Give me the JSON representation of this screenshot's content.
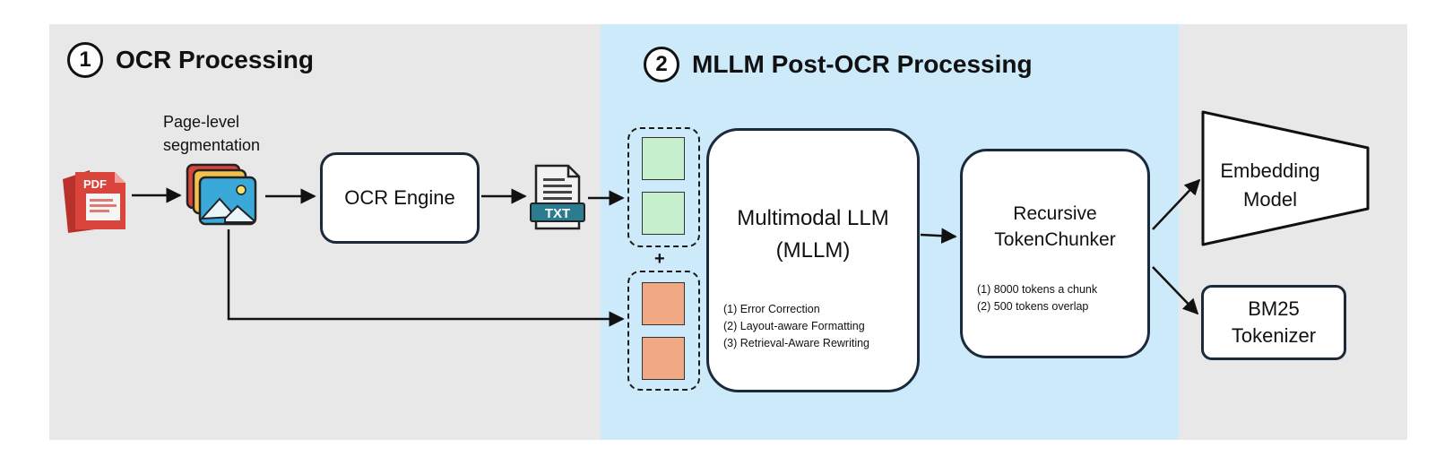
{
  "sections": [
    {
      "number": "1",
      "title": "OCR Processing"
    },
    {
      "number": "2",
      "title": "MLLM Post-OCR Processing"
    }
  ],
  "page_level_segmentation": {
    "label_line1": "Page-level",
    "label_line2": "segmentation"
  },
  "pdf_icon": {
    "label": "PDF",
    "icon": "pdf-file-icon"
  },
  "txt_icon": {
    "label": "TXT",
    "icon": "txt-file-icon"
  },
  "image_stack_icon": {
    "icon": "image-stack-icon"
  },
  "ocr_engine": {
    "label": "OCR Engine"
  },
  "plus": "+",
  "mllm": {
    "title_line1": "Multimodal LLM",
    "title_line2": "(MLLM)",
    "items": [
      "(1) Error Correction",
      "(2) Layout-aware Formatting",
      "(3) Retrieval-Aware Rewriting"
    ]
  },
  "chunker": {
    "title_line1": "Recursive",
    "title_line2": "TokenChunker",
    "items": [
      "(1) 8000 tokens a chunk",
      "(2) 500 tokens overlap"
    ]
  },
  "embedding_model": {
    "line1": "Embedding",
    "line2": "Model"
  },
  "bm25": {
    "line1": "BM25",
    "line2": "Tokenizer"
  },
  "colors": {
    "panel_gray": "#e8e8e8",
    "panel_blue": "#cdeafa",
    "tile_green": "#c6efce",
    "tile_orange": "#f0a885",
    "pdf_red": "#d9453d",
    "image_blue": "#3aa8d8"
  }
}
